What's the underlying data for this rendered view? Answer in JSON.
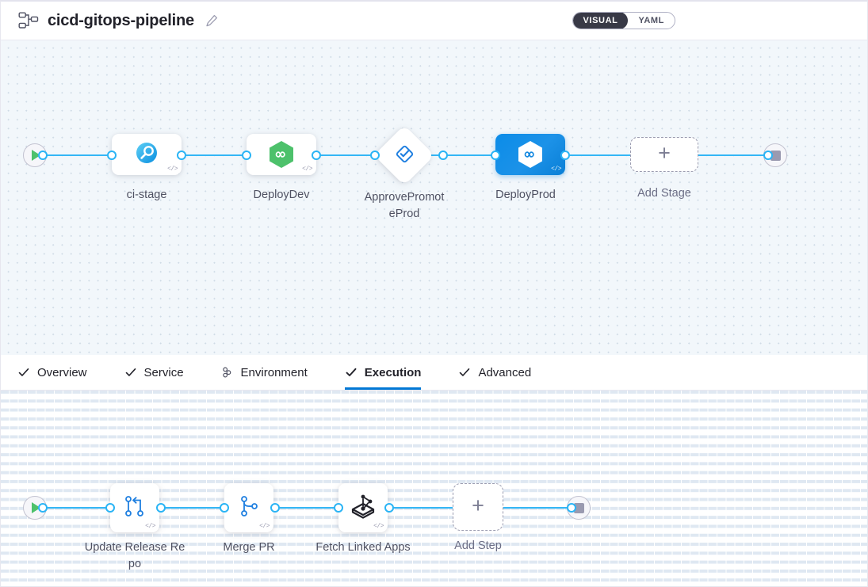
{
  "header": {
    "pipeline_icon": "pipeline-nodes-icon",
    "title": "cicd-gitops-pipeline",
    "edit_icon": "pencil-edit-icon",
    "mode_toggle": {
      "options": [
        "VISUAL",
        "YAML"
      ],
      "selected": "VISUAL",
      "visual_label": "VISUAL",
      "yaml_label": "YAML"
    }
  },
  "stage_canvas": {
    "start_icon": "play-icon",
    "end_icon": "stop-icon",
    "stages": [
      {
        "label": "ci-stage",
        "type": "ci",
        "icon": "harness-ci-icon",
        "selected": false,
        "badge": "</>"
      },
      {
        "label": "DeployDev",
        "type": "cd",
        "icon": "harness-hexagon-icon",
        "selected": false,
        "badge": "</>"
      },
      {
        "label": "ApprovePromoteProd",
        "type": "approval",
        "icon": "approval-diamond-check-icon",
        "selected": false,
        "badge": ""
      },
      {
        "label": "DeployProd",
        "type": "cd",
        "icon": "harness-hexagon-icon",
        "selected": true,
        "badge": "</>"
      }
    ],
    "add_stage": {
      "label": "Add Stage",
      "icon": "plus-icon"
    }
  },
  "tabs": [
    {
      "label": "Overview",
      "icon": "check-icon",
      "active": false
    },
    {
      "label": "Service",
      "icon": "check-icon",
      "active": false
    },
    {
      "label": "Environment",
      "icon": "infrastructure-icon",
      "active": false
    },
    {
      "label": "Execution",
      "icon": "check-icon",
      "active": true
    },
    {
      "label": "Advanced",
      "icon": "check-icon",
      "active": false
    }
  ],
  "step_canvas": {
    "start_icon": "play-icon",
    "end_icon": "stop-icon",
    "steps": [
      {
        "label": "Update Release Repo",
        "icon": "git-update-release-repo-icon",
        "badge": "</>"
      },
      {
        "label": "Merge PR",
        "icon": "git-merge-pr-icon",
        "badge": "</>"
      },
      {
        "label": "Fetch Linked Apps",
        "icon": "gitops-fetch-linked-apps-icon",
        "badge": "</>"
      }
    ],
    "add_step": {
      "label": "Add Step",
      "icon": "plus-icon"
    }
  },
  "colors": {
    "accent_blue": "#0278d5",
    "edge_blue": "#34b6f5",
    "selected_node": "#0b8ce8",
    "green": "#4dc16b",
    "canvas_top_bg": "#f2f7fb",
    "toggle_active_bg": "#383946",
    "label_text": "#4f5162"
  }
}
